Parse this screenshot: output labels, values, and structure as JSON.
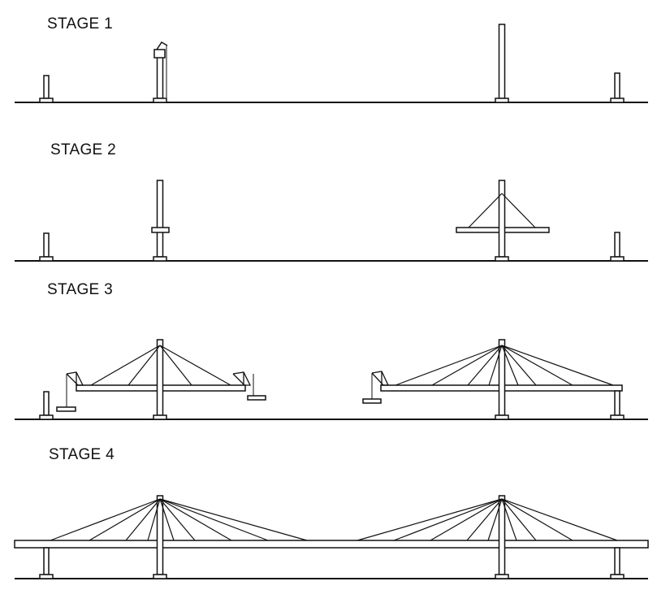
{
  "stages": [
    {
      "label": "STAGE 1"
    },
    {
      "label": "STAGE 2"
    },
    {
      "label": "STAGE 3"
    },
    {
      "label": "STAGE 4"
    }
  ]
}
